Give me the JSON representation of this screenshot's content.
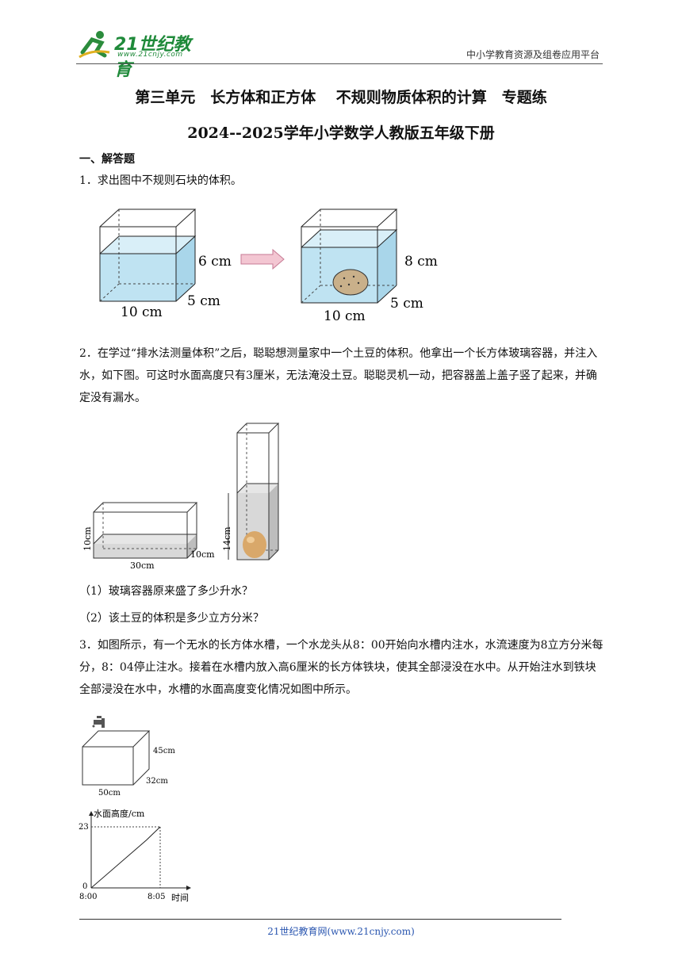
{
  "header": {
    "logo_text": "21世纪教育",
    "logo_url": "www.21cnjy.com",
    "platform": "中小学教育资源及组卷应用平台"
  },
  "title_line1": "第三单元　长方体和正方体　 不规则物质体积的计算　专题练",
  "title_line2": "2024--2025学年小学数学人教版五年级下册",
  "section": "一、解答题",
  "q1": {
    "text": "1．求出图中不规则石块的体积。",
    "labels": {
      "h1": "6 cm",
      "h2": "8 cm",
      "w": "10 cm",
      "d": "5 cm"
    }
  },
  "q2": {
    "text": "2．在学过“排水法测量体积”之后，聪聪想测量家中一个土豆的体积。他拿出一个长方体玻璃容器，并注入水，如下图。可这时水面高度只有3厘米，无法淹没土豆。聪聪灵机一动，把容器盖上盖子竖了起来，并确定没有漏水。",
    "labels": {
      "h": "10cm",
      "w": "30cm",
      "d": "10cm",
      "h2": "14cm"
    },
    "sub1": "（1）玻璃容器原来盛了多少升水？",
    "sub2": "（2）该土豆的体积是多少立方分米？"
  },
  "q3": {
    "text": "3．如图所示，有一个无水的长方体水槽，一个水龙头从8：00开始向水槽内注水，水流速度为8立方分米每分，8：04停止注水。接着在水槽内放入高6厘米的长方体铁块，使其全部浸没在水中。从开始注水到铁块全部浸没在水中，水槽的水面高度变化情况如图中所示。",
    "tank_labels": {
      "h": "45cm",
      "d": "32cm",
      "w": "50cm"
    },
    "chart_data": {
      "type": "line",
      "ylabel": "水面高度/cm",
      "xlabel": "时间",
      "x_ticks": [
        "8:00",
        "8:05"
      ],
      "y_ticks": [
        "0",
        "23"
      ],
      "series": [
        {
          "points": [
            [
              "8:00",
              0
            ],
            [
              "8:04",
              18
            ],
            [
              "8:05",
              23
            ]
          ]
        }
      ]
    }
  },
  "footer": "21世纪教育网(www.21cnjy.com)"
}
